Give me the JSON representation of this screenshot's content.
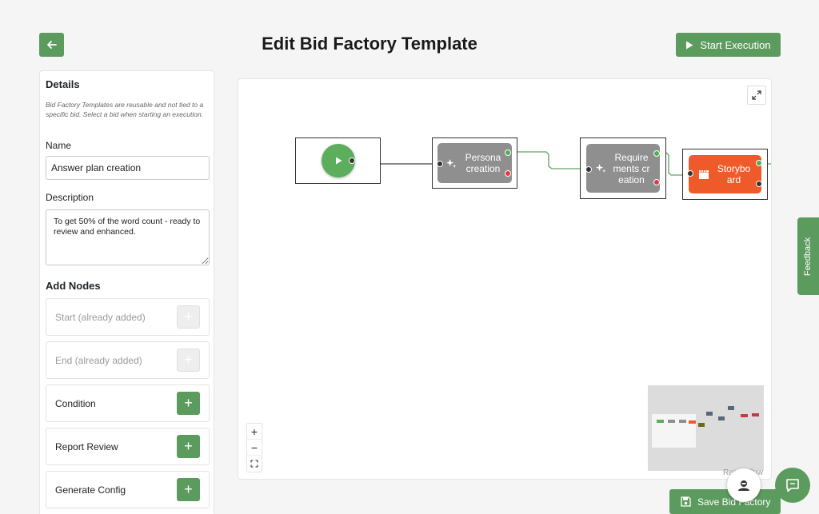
{
  "header": {
    "title": "Edit Bid Factory Template",
    "start_execution_label": "Start Execution"
  },
  "details": {
    "title": "Details",
    "note": "Bid Factory Templates are reusable and not tied to a specific bid. Select a bid when starting an execution.",
    "name_label": "Name",
    "name_value": "Answer plan creation",
    "description_label": "Description",
    "description_value": "To get 50% of the word count - ready to review and enhanced."
  },
  "add_nodes": {
    "title": "Add Nodes",
    "items": [
      {
        "label": "Start (already added)",
        "disabled": true
      },
      {
        "label": "End (already added)",
        "disabled": true
      },
      {
        "label": "Condition",
        "disabled": false
      },
      {
        "label": "Report Review",
        "disabled": false
      },
      {
        "label": "Generate Config",
        "disabled": false
      }
    ]
  },
  "flow": {
    "nodes": [
      {
        "label": "",
        "kind": "start"
      },
      {
        "label": "Persona creation",
        "kind": "ai"
      },
      {
        "label": "Requirements creation",
        "kind": "ai"
      },
      {
        "label": "Storyboard",
        "kind": "storyboard"
      }
    ],
    "attribution": "React Flow"
  },
  "controls": {
    "zoom_in": "+",
    "zoom_out": "−"
  },
  "feedback_label": "Feedback",
  "save_label": "Save Bid Factory",
  "colors": {
    "accent": "#5c9b5e",
    "node_gray": "#8f8f8f",
    "storyboard": "#ef5a2a",
    "handle_success": "#4caf50",
    "handle_error": "#e53935"
  }
}
